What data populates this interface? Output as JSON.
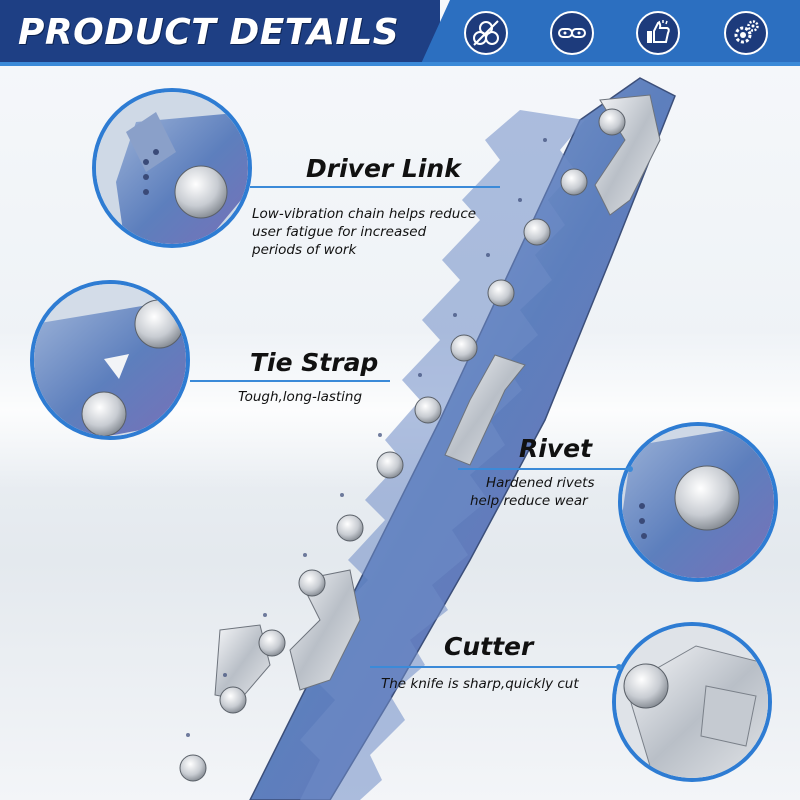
{
  "header": {
    "title": "PRODUCT DETAILS",
    "icons": [
      "rods-icon",
      "chain-icon",
      "thumbs-up-icon",
      "gears-icon"
    ]
  },
  "callouts": [
    {
      "name": "driver-link",
      "title": "Driver Link",
      "description": [
        "Low-vibration chain helps reduce",
        "user fatigue for increased",
        "periods of work"
      ]
    },
    {
      "name": "tie-strap",
      "title": "Tie Strap",
      "description": [
        "Tough,long-lasting"
      ]
    },
    {
      "name": "rivet",
      "title": "Rivet",
      "description": [
        "Hardened rivets",
        "help reduce wear"
      ]
    },
    {
      "name": "cutter",
      "title": "Cutter",
      "description": [
        "The knife is sharp,quickly cut"
      ]
    }
  ],
  "colors": {
    "header_dark": "#1e3f84",
    "header_blue": "#2c6fc0",
    "accent": "#2e7cd3",
    "chain_blue": "#6f8fc4",
    "chrome": "#d9dde2"
  }
}
